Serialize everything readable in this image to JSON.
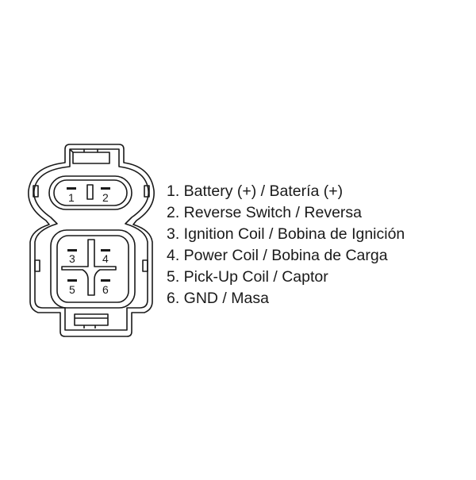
{
  "connector": {
    "top_section": {
      "pins": [
        {
          "number": "1"
        },
        {
          "number": "2"
        }
      ]
    },
    "bottom_section": {
      "pins": [
        {
          "number": "3"
        },
        {
          "number": "4"
        },
        {
          "number": "5"
        },
        {
          "number": "6"
        }
      ]
    }
  },
  "legend": {
    "items": [
      {
        "label": "1. Battery (+) / Batería (+)"
      },
      {
        "label": "2. Reverse Switch / Reversa"
      },
      {
        "label": "3. Ignition Coil / Bobina de Ignición"
      },
      {
        "label": "4. Power Coil / Bobina de Carga"
      },
      {
        "label": "5. Pick-Up Coil / Captor"
      },
      {
        "label": "6. GND / Masa"
      }
    ]
  },
  "colors": {
    "line": "#1a1a1a",
    "background": "#ffffff"
  }
}
